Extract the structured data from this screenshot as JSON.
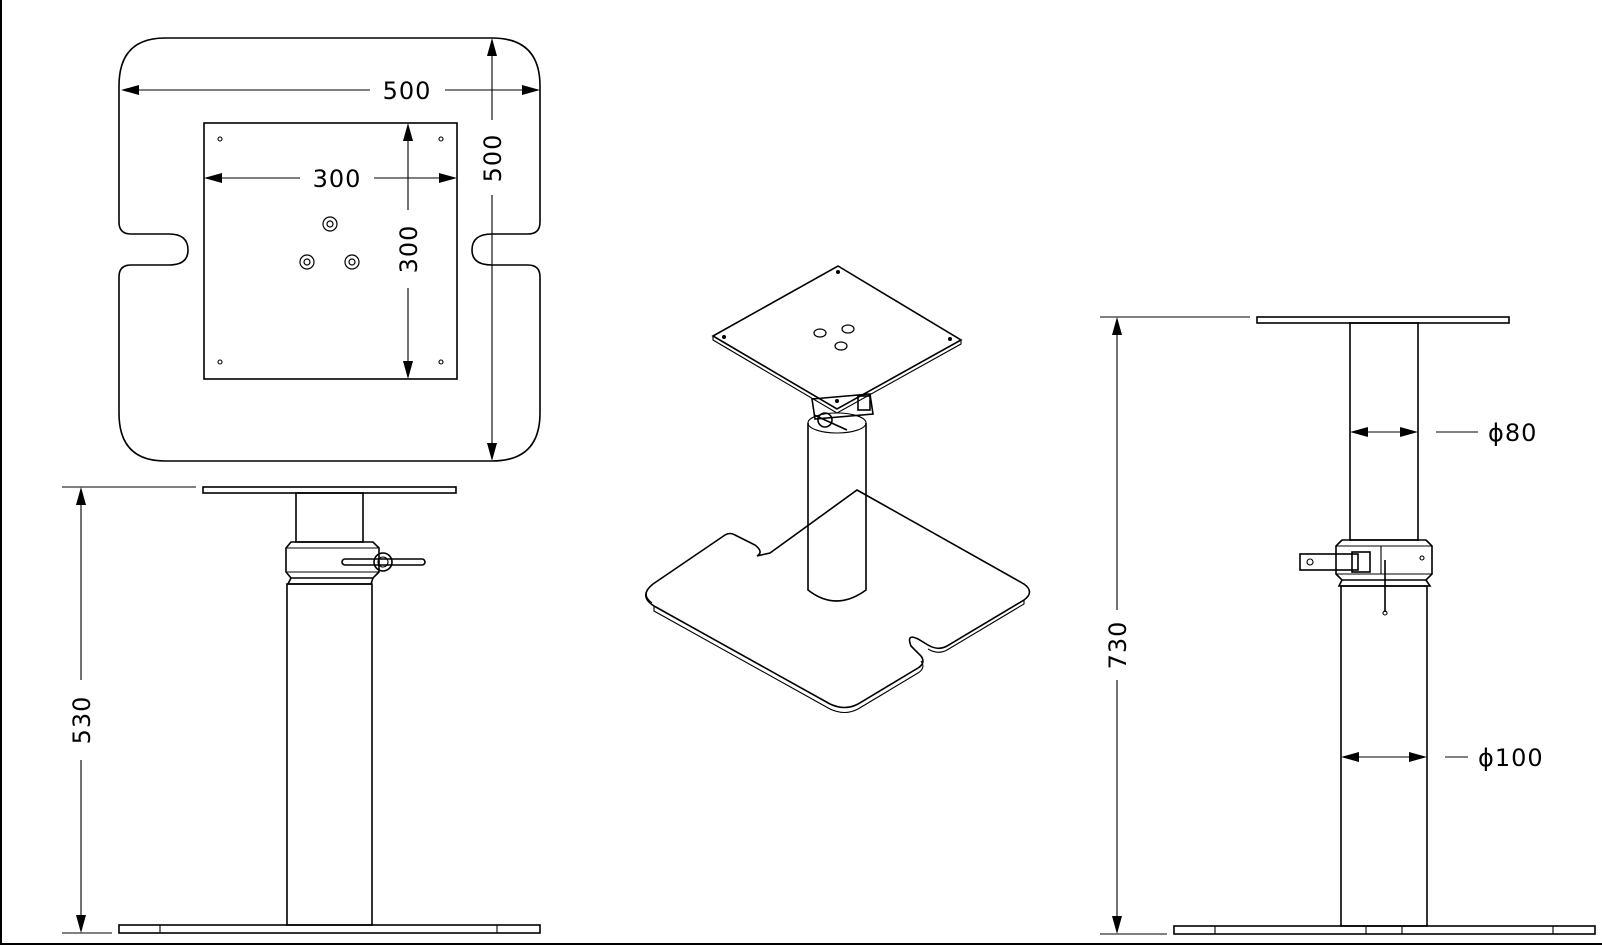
{
  "dimensions": {
    "base_width": "500",
    "base_depth": "500",
    "plate_width": "300",
    "plate_depth": "300",
    "min_height": "530",
    "max_height": "730",
    "upper_tube_diameter": "ϕ80",
    "lower_tube_diameter": "ϕ100"
  }
}
